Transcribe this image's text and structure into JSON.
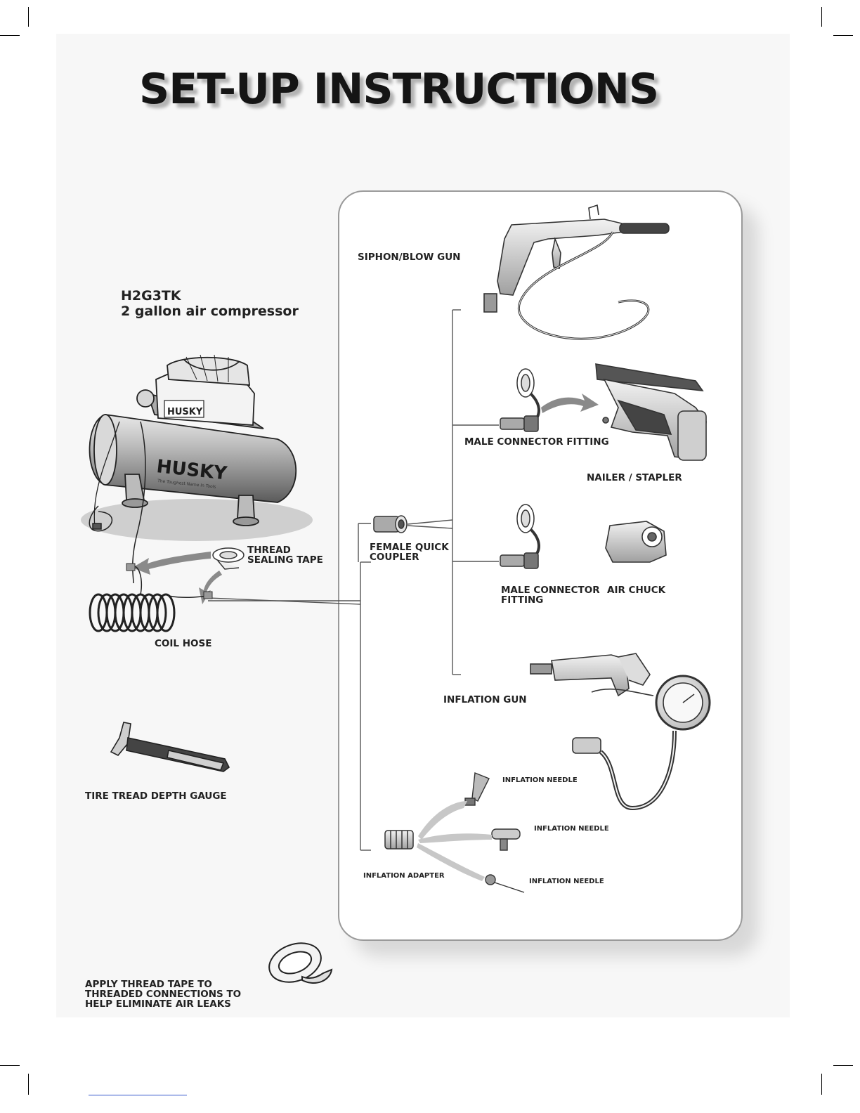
{
  "title": "SET-UP INSTRUCTIONS",
  "compressor": {
    "model": "H2G3TK",
    "description": "2 gallon air compressor",
    "brand_logo": "HUSKY",
    "brand_tagline": "The Toughest Name In Tools"
  },
  "labels": {
    "thread_sealing_tape": "THREAD\nSEALING TAPE",
    "coil_hose": "COIL HOSE",
    "tire_tread_depth_gauge": "TIRE TREAD DEPTH GAUGE",
    "apply_thread_tape": "APPLY THREAD TAPE TO\nTHREADED CONNECTIONS TO\nHELP ELIMINATE AIR LEAKS",
    "siphon_blow_gun": "SIPHON/BLOW GUN",
    "male_connector_fitting_1": "MALE CONNECTOR FITTING",
    "nailer_stapler": "NAILER / STAPLER",
    "female_quick_coupler": "FEMALE QUICK\nCOUPLER",
    "male_connector_fitting_2": "MALE CONNECTOR\nFITTING",
    "air_chuck": "AIR CHUCK",
    "inflation_gun": "INFLATION GUN",
    "inflation_needle_1": "INFLATION NEEDLE",
    "inflation_needle_2": "INFLATION NEEDLE",
    "inflation_needle_3": "INFLATION NEEDLE",
    "inflation_adapter": "INFLATION ADAPTER"
  },
  "colors": {
    "ink": "#1a1a1a",
    "line": "#555555",
    "panel_border": "#9a9a9a",
    "arrow": "#8a8a8a"
  }
}
